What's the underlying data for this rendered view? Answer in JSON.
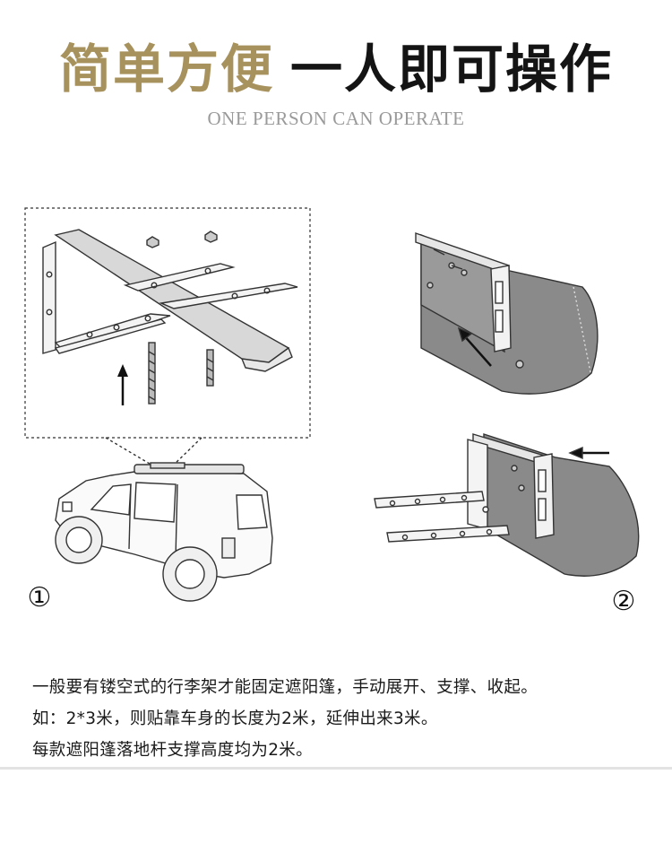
{
  "header": {
    "title_gold": "简单方便",
    "title_dark": "一人即可操作",
    "subtitle": "ONE PERSON CAN OPERATE"
  },
  "steps": [
    {
      "number": "①"
    },
    {
      "number": "②"
    }
  ],
  "captions": [
    "一般要有镂空式的行李架才能固定遮阳篷，手动展开、支撑、收起。",
    "如：2*3米，则贴靠车身的长度为2米，延伸出来3米。",
    "每款遮阳篷落地杆支撑高度均为2米。"
  ]
}
